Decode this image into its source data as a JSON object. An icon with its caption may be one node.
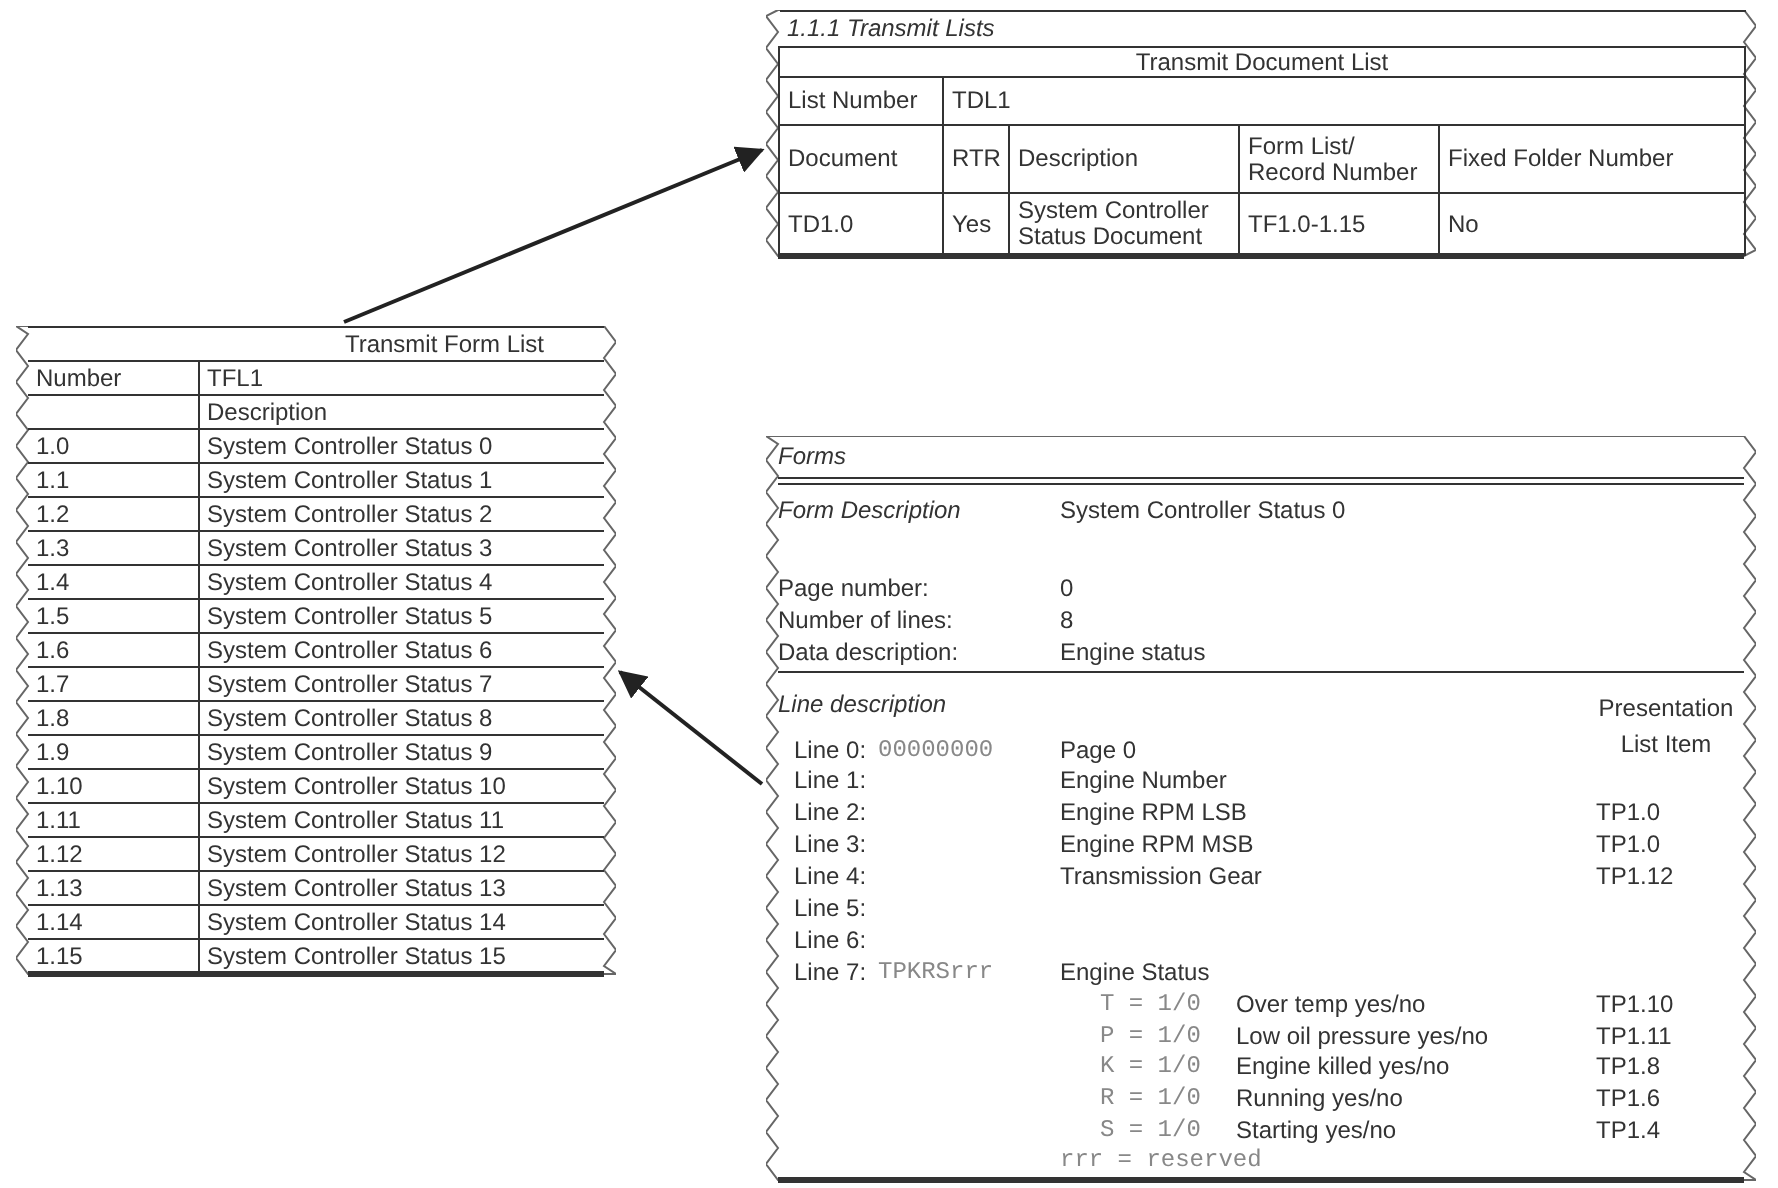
{
  "diagram": {
    "nodes": [
      {
        "text": [
          "1.1.1 Transmit Lists",
          "Transmit Document List",
          "List Number",
          "TDL1",
          "Document",
          "RTR",
          "Description",
          "Form List/ Record Number",
          "Fixed Folder Number",
          "TD1.0",
          "Yes",
          "System Controller Status Document",
          "TF1.0-1.15",
          "No"
        ]
      },
      {
        "text": [
          "Transmit Form List",
          "Number",
          "TFL1",
          "Description",
          "1.0",
          "System Controller Status 0",
          "1.1",
          "System Controller Status 1",
          "1.2",
          "System Controller Status 2",
          "1.3",
          "System Controller Status 3",
          "1.4",
          "System Controller Status 4",
          "1.5",
          "System Controller Status 5",
          "1.6",
          "System Controller Status 6",
          "1.7",
          "System Controller Status 7",
          "1.8",
          "System Controller Status 8",
          "1.9",
          "System Controller Status 9",
          "1.10",
          "System Controller Status 10",
          "1.11",
          "System Controller Status 11",
          "1.12",
          "System Controller Status 12",
          "1.13",
          "System Controller Status 13",
          "1.14",
          "System Controller Status 14",
          "1.15",
          "System Controller Status 15"
        ]
      },
      {
        "text": [
          "Forms",
          "Form Description",
          "System Controller Status 0",
          "Page number:",
          "0",
          "Number of lines:",
          "8",
          "Data description:",
          "Engine status",
          "Line description",
          "Presentation List Item",
          "Line 0:",
          "00000000",
          "Page 0",
          "Line 1:",
          "Engine Number",
          "Line 2:",
          "Engine RPM LSB",
          "TP1.0",
          "Line 3:",
          "Engine RPM MSB",
          "TP1.0",
          "Line 4:",
          "Transmission Gear",
          "TP1.12",
          "Line 5:",
          "Line 6:",
          "Line 7:",
          "TPKRSrrr",
          "Engine Status",
          "T = 1/0",
          "Over temp yes/no",
          "TP1.10",
          "P = 1/0",
          "Low oil pressure yes/no",
          "TP1.11",
          "K = 1/0",
          "Engine killed yes/no",
          "TP1.8",
          "R = 1/0",
          "Running yes/no",
          "TP1.6",
          "S = 1/0",
          "Starting yes/no",
          "TP1.4",
          "rrr = reserved"
        ]
      }
    ],
    "edges": [
      {
        "from": 1,
        "to": 0,
        "arrow": "to"
      },
      {
        "from": 2,
        "to": 1,
        "arrow": "to"
      }
    ]
  }
}
